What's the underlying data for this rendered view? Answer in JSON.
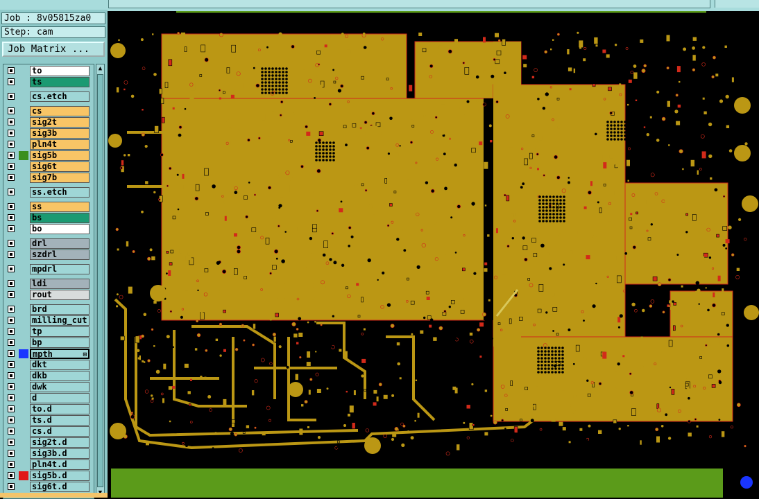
{
  "header": {
    "job_label": "Job : 8v05815za0",
    "step_label": "Step: cam",
    "matrix_button": "Job Matrix ..."
  },
  "colors": {
    "copper": "#bb9714",
    "copper_edge": "#d22a1a",
    "board": "#000000",
    "green_fill": "#5b9b1a",
    "panel": "#8fcaca",
    "highlight_blue": "#1a35ff"
  },
  "layers": [
    {
      "name": "to",
      "color": "#ffffff",
      "swatch": "",
      "selected": false
    },
    {
      "name": "ts",
      "color": "#1b9a72",
      "swatch": "",
      "selected": false
    },
    {
      "name": "cs.etch",
      "color": "#9fd6d6",
      "swatch": "",
      "selected": false
    },
    {
      "name": "cs",
      "color": "#f8c566",
      "swatch": "",
      "selected": false
    },
    {
      "name": "sig2t",
      "color": "#f8c566",
      "swatch": "",
      "selected": false
    },
    {
      "name": "sig3b",
      "color": "#f8c566",
      "swatch": "",
      "selected": false
    },
    {
      "name": "pln4t",
      "color": "#f8c566",
      "swatch": "",
      "selected": false
    },
    {
      "name": "sig5b",
      "color": "#f8c566",
      "swatch": "#3a8f1e",
      "selected": false
    },
    {
      "name": "sig6t",
      "color": "#f8c566",
      "swatch": "",
      "selected": false
    },
    {
      "name": "sig7b",
      "color": "#f8c566",
      "swatch": "",
      "selected": false
    },
    {
      "name": "ss.etch",
      "color": "#9fd6d6",
      "swatch": "",
      "selected": false
    },
    {
      "name": "ss",
      "color": "#f8c566",
      "swatch": "",
      "selected": false
    },
    {
      "name": "bs",
      "color": "#1b9a72",
      "swatch": "",
      "selected": false
    },
    {
      "name": "bo",
      "color": "#ffffff",
      "swatch": "",
      "selected": false
    },
    {
      "name": "drl",
      "color": "#a3b2ba",
      "swatch": "",
      "selected": false
    },
    {
      "name": "szdrl",
      "color": "#a3b2ba",
      "swatch": "",
      "selected": false
    },
    {
      "name": "mpdrl",
      "color": "#9fd6d6",
      "swatch": "",
      "selected": false
    },
    {
      "name": "ldi",
      "color": "#a3b2ba",
      "swatch": "",
      "selected": false
    },
    {
      "name": "rout",
      "color": "#d8dcdc",
      "swatch": "",
      "selected": false
    },
    {
      "name": "brd",
      "color": "#9fd6d6",
      "swatch": "",
      "selected": false
    },
    {
      "name": "milling_cut",
      "color": "#9fd6d6",
      "swatch": "",
      "selected": false
    },
    {
      "name": "tp",
      "color": "#9fd6d6",
      "swatch": "",
      "selected": false
    },
    {
      "name": "bp",
      "color": "#9fd6d6",
      "swatch": "",
      "selected": false
    },
    {
      "name": "mpth",
      "color": "#9fd6d6",
      "swatch": "#1a35ff",
      "selected": true
    },
    {
      "name": "dkt",
      "color": "#9fd6d6",
      "swatch": "",
      "selected": false
    },
    {
      "name": "dkb",
      "color": "#9fd6d6",
      "swatch": "",
      "selected": false
    },
    {
      "name": "dwk",
      "color": "#9fd6d6",
      "swatch": "",
      "selected": false
    },
    {
      "name": "d",
      "color": "#9fd6d6",
      "swatch": "",
      "selected": false
    },
    {
      "name": "to.d",
      "color": "#9fd6d6",
      "swatch": "",
      "selected": false
    },
    {
      "name": "ts.d",
      "color": "#9fd6d6",
      "swatch": "",
      "selected": false
    },
    {
      "name": "cs.d",
      "color": "#9fd6d6",
      "swatch": "",
      "selected": false
    },
    {
      "name": "sig2t.d",
      "color": "#9fd6d6",
      "swatch": "",
      "selected": false
    },
    {
      "name": "sig3b.d",
      "color": "#9fd6d6",
      "swatch": "",
      "selected": false
    },
    {
      "name": "pln4t.d",
      "color": "#9fd6d6",
      "swatch": "",
      "selected": false
    },
    {
      "name": "sig5b.d",
      "color": "#9fd6d6",
      "swatch": "#e01818",
      "selected": false
    },
    {
      "name": "sig6t.d",
      "color": "#9fd6d6",
      "swatch": "",
      "selected": false
    }
  ],
  "icons": {
    "scroll_up": "up-arrow-icon",
    "scroll_down": "down-arrow-icon",
    "checkbox": "checkbox-icon",
    "expand": "expand-icon"
  }
}
